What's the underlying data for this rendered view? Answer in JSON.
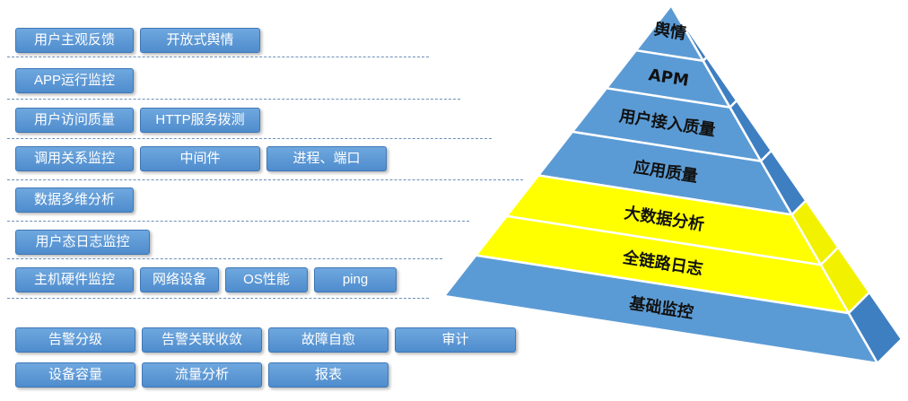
{
  "left_rows": [
    [
      "用户主观反馈",
      "开放式舆情"
    ],
    [
      "APP运行监控"
    ],
    [
      "用户访问质量",
      "HTTP服务拨测"
    ],
    [
      "调用关系监控",
      "中间件",
      "进程、端口"
    ],
    [
      "数据多维分析"
    ],
    [
      "用户态日志监控"
    ],
    [
      "主机硬件监控",
      "网络设备",
      "OS性能",
      "ping"
    ]
  ],
  "bottom_rows": [
    [
      "告警分级",
      "告警关联收敛",
      "故障自愈",
      "审计"
    ],
    [
      "设备容量",
      "流量分析",
      "报表"
    ]
  ],
  "pyramid": {
    "tiers": [
      "舆情",
      "APM",
      "用户接入质量",
      "应用质量",
      "大数据分析",
      "全链路日志",
      "基础监控"
    ],
    "highlighted": [
      false,
      false,
      false,
      false,
      true,
      true,
      false
    ],
    "colors": {
      "front": "#5b9bd5",
      "side": "#3e7fc2",
      "highlight_front": "#ffff00",
      "highlight_side": "#f2f200",
      "border": "#ffffff"
    }
  }
}
